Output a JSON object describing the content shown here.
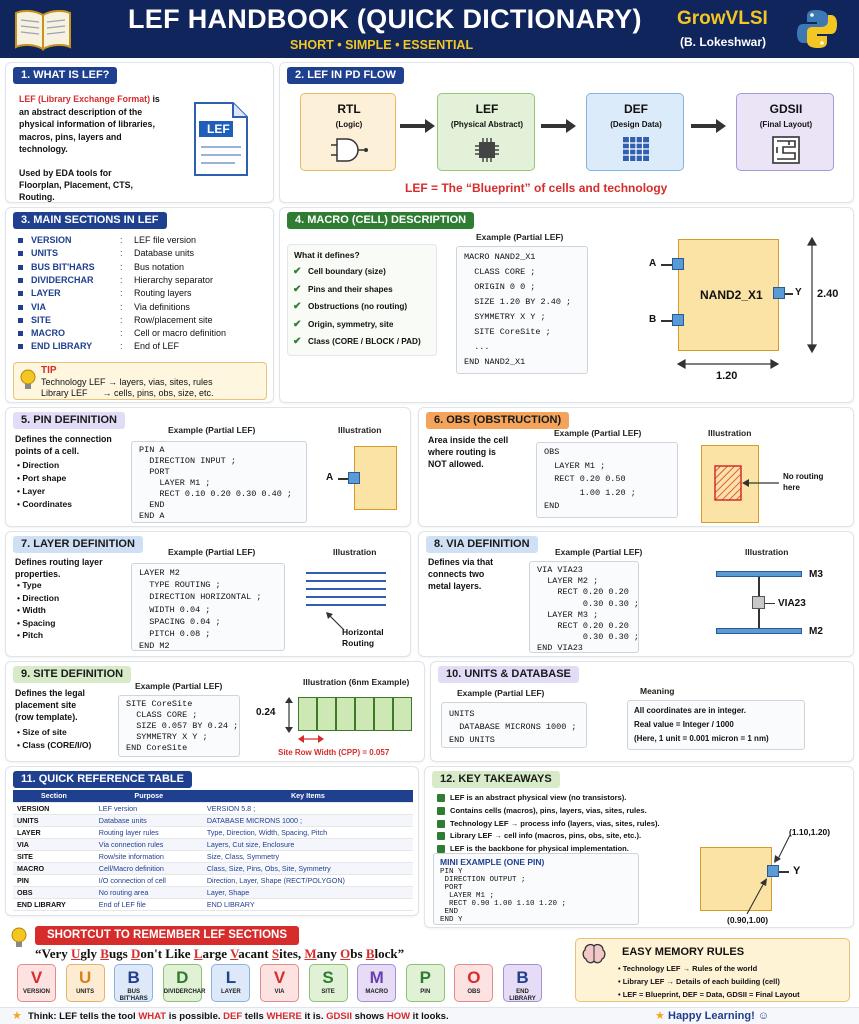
{
  "header": {
    "title": "LEF HANDBOOK (QUICK DICTIONARY)",
    "subtitle": "SHORT • SIMPLE • ESSENTIAL",
    "brand": "GrowVLSI",
    "author": "(B. Lokeshwar)",
    "icons": [
      "book-icon",
      "python-logo-icon"
    ]
  },
  "s1": {
    "title": "1. WHAT IS LEF?",
    "lead": "LEF (Library Exchange Format)",
    "rest1": " is",
    "lines": [
      "an abstract description of the",
      "physical information of libraries,",
      "macros, pins, layers and",
      "technology."
    ],
    "used": [
      "Used by EDA tools for",
      "Floorplan, Placement, CTS,",
      "Routing."
    ],
    "doc_label": "LEF"
  },
  "s2": {
    "title": "2. LEF IN PD FLOW",
    "steps": [
      {
        "name": "RTL",
        "sub": "(Logic)"
      },
      {
        "name": "LEF",
        "sub": "(Physical Abstract)"
      },
      {
        "name": "DEF",
        "sub": "(Design Data)"
      },
      {
        "name": "GDSII",
        "sub": "(Final Layout)"
      }
    ],
    "blueprint": "LEF = The “Blueprint” of cells and technology"
  },
  "s3": {
    "title": "3. MAIN SECTIONS IN LEF",
    "rows": [
      [
        "VERSION",
        "LEF file version"
      ],
      [
        "UNITS",
        "Database units"
      ],
      [
        "BUS BIT'HARS",
        "Bus notation"
      ],
      [
        "DIVIDERCHAR",
        "Hierarchy separator"
      ],
      [
        "LAYER",
        "Routing layers"
      ],
      [
        "VIA",
        "Via definitions"
      ],
      [
        "SITE",
        "Row/placement site"
      ],
      [
        "MACRO",
        "Cell or macro definition"
      ],
      [
        "END LIBRARY",
        "End of LEF"
      ]
    ],
    "tip_title": "TIP",
    "tip1": "Technology LEF → layers, vias, sites, rules",
    "tip2": "Library LEF      → cells, pins, obs, size, etc."
  },
  "s4": {
    "title": "4. MACRO (CELL) DESCRIPTION",
    "defines_title": "What it defines?",
    "defines": [
      "Cell boundary (size)",
      "Pins and their shapes",
      "Obstructions (no routing)",
      "Origin, symmetry, site",
      "Class (CORE / BLOCK / PAD)"
    ],
    "ex_title": "Example (Partial LEF)",
    "code": "MACRO NAND2_X1\n  CLASS CORE ;\n  ORIGIN 0 0 ;\n  SIZE 1.20 BY 2.40 ;\n  SYMMETRY X Y ;\n  SITE CoreSite ;\n  ...\nEND NAND2_X1",
    "cell": "NAND2_X1",
    "pa": "A",
    "pb": "B",
    "py": "Y",
    "h": "2.40",
    "w": "1.20"
  },
  "s5": {
    "title": "5. PIN DEFINITION",
    "desc": [
      "Defines the connection",
      "points of a cell."
    ],
    "bullets": [
      "Direction",
      "Port shape",
      "Layer",
      "Coordinates"
    ],
    "ex_title": "Example (Partial LEF)",
    "code": "PIN A\n  DIRECTION INPUT ;\n  PORT\n    LAYER M1 ;\n    RECT 0.10 0.20 0.30 0.40 ;\n  END\nEND A",
    "ill": "Illustration",
    "pin": "A"
  },
  "s6": {
    "title": "6. OBS (OBSTRUCTION)",
    "desc": [
      "Area inside the cell",
      "where routing is",
      "NOT allowed."
    ],
    "ex_title": "Example (Partial LEF)",
    "code": "OBS\n  LAYER M1 ;\n  RECT 0.20 0.50\n       1.00 1.20 ;\nEND",
    "ill": "Illustration",
    "note": [
      "No routing",
      "here"
    ]
  },
  "s7": {
    "title": "7. LAYER DEFINITION",
    "desc": [
      "Defines routing layer",
      "properties."
    ],
    "bullets": [
      "Type",
      "Direction",
      "Width",
      "Spacing",
      "Pitch"
    ],
    "ex_title": "Example (Partial LEF)",
    "code": "LAYER M2\n  TYPE ROUTING ;\n  DIRECTION HORIZONTAL ;\n  WIDTH 0.04 ;\n  SPACING 0.04 ;\n  PITCH 0.08 ;\nEND M2",
    "ill": "Illustration",
    "note": [
      "Horizontal",
      "Routing"
    ]
  },
  "s8": {
    "title": "8. VIA DEFINITION",
    "desc": [
      "Defines via that",
      "connects two",
      "metal layers."
    ],
    "ex_title": "Example (Partial LEF)",
    "code": "VIA VIA23\n  LAYER M2 ;\n    RECT 0.20 0.20\n         0.30 0.30 ;\n  LAYER M3 ;\n    RECT 0.20 0.20\n         0.30 0.30 ;\nEND VIA23",
    "ill": "Illustration",
    "m3": "M3",
    "via": "VIA23",
    "m2": "M2"
  },
  "s9": {
    "title": "9. SITE DEFINITION",
    "desc": [
      "Defines the legal",
      "placement site",
      "(row template)."
    ],
    "bullets": [
      "Size of site",
      "Class (CORE/I/O)"
    ],
    "ex_title": "Example (Partial LEF)",
    "code": "SITE CoreSite\n  CLASS CORE ;\n  SIZE 0.057 BY 0.24 ;\n  SYMMETRY X Y ;\nEND CoreSite",
    "ill": "Illustration (6nm Example)",
    "h": "0.24",
    "width_note": "Site Row Width (CPP) = 0.057"
  },
  "s10": {
    "title": "10. UNITS & DATABASE",
    "ex_title": "Example (Partial LEF)",
    "code": "UNITS\n  DATABASE MICRONS 1000 ;\nEND UNITS",
    "meaning": "Meaning",
    "m": [
      "All coordinates are in integer.",
      "Real value = Integer / 1000",
      "(Here, 1 unit = 0.001 micron = 1 nm)"
    ]
  },
  "s11": {
    "title": "11. QUICK REFERENCE TABLE",
    "headers": [
      "Section",
      "Purpose",
      "Key Items"
    ],
    "rows": [
      [
        "VERSION",
        "LEF version",
        "VERSION 5.8 ;"
      ],
      [
        "UNITS",
        "Database units",
        "DATABASE MICRONS 1000 ;"
      ],
      [
        "LAYER",
        "Routing layer rules",
        "Type, Direction, Width, Spacing, Pitch"
      ],
      [
        "VIA",
        "Via connection rules",
        "Layers, Cut size, Enclosure"
      ],
      [
        "SITE",
        "Row/site information",
        "Size, Class, Symmetry"
      ],
      [
        "MACRO",
        "Cell/Macro definition",
        "Class, Size, Pins, Obs, Site, Symmetry"
      ],
      [
        "PIN",
        "I/O connection of cell",
        "Direction, Layer, Shape (RECT/POLYGON)"
      ],
      [
        "OBS",
        "No routing area",
        "Layer, Shape"
      ],
      [
        "END LIBRARY",
        "End of LEF file",
        "END LIBRARY"
      ]
    ]
  },
  "s12": {
    "title": "12. KEY TAKEAWAYS",
    "items": [
      "LEF is an abstract physical view (no transistors).",
      "Contains cells (macros), pins, layers, vias, sites, rules.",
      "Technology LEF → process info (layers, vias, sites, rules).",
      "Library LEF → cell info (macros, pins, obs, site, etc.).",
      "LEF is the backbone for physical implementation."
    ],
    "mini_title": "MINI EXAMPLE (ONE PIN)",
    "code": "PIN Y\n DIRECTION OUTPUT ;\n PORT\n  LAYER M1 ;\n  RECT 0.90 1.00 1.10 1.20 ;\n END\nEND Y",
    "c1": "(1.10,1.20)",
    "c2": "(0.90,1.00)",
    "pin": "Y"
  },
  "shortcut": {
    "title": "SHORTCUT TO REMEMBER LEF SECTIONS",
    "phrase": [
      [
        "“Very ",
        false
      ],
      [
        "U",
        true
      ],
      [
        "gly ",
        false
      ],
      [
        "B",
        true
      ],
      [
        "ugs ",
        false
      ],
      [
        "D",
        true
      ],
      [
        "on't Like ",
        false
      ],
      [
        "L",
        true
      ],
      [
        "arge ",
        false
      ],
      [
        "V",
        true
      ],
      [
        "acant ",
        false
      ],
      [
        "S",
        true
      ],
      [
        "ites, ",
        false
      ],
      [
        "M",
        true
      ],
      [
        "any ",
        false
      ],
      [
        "O",
        true
      ],
      [
        "bs ",
        false
      ],
      [
        "B",
        true
      ],
      [
        "lock”",
        false
      ]
    ],
    "tiles": [
      {
        "l": "V",
        "s": "VERSION"
      },
      {
        "l": "U",
        "s": "UNITS"
      },
      {
        "l": "B",
        "s": "BUS BIT'HARS"
      },
      {
        "l": "D",
        "s": "DIVIDERCHAR"
      },
      {
        "l": "L",
        "s": "LAYER"
      },
      {
        "l": "V",
        "s": "VIA"
      },
      {
        "l": "S",
        "s": "SITE"
      },
      {
        "l": "M",
        "s": "MACRO"
      },
      {
        "l": "P",
        "s": "PIN"
      },
      {
        "l": "O",
        "s": "OBS"
      },
      {
        "l": "B",
        "s": "END LIBRARY"
      }
    ]
  },
  "memory": {
    "title": "EASY MEMORY RULES",
    "items": [
      "Technology LEF → Rules of the world",
      "Library LEF → Details of each building (cell)",
      "LEF = Blueprint, DEF = Data, GDSII = Final Layout"
    ]
  },
  "footer": {
    "parts": [
      [
        "Think: LEF tells the tool ",
        false
      ],
      [
        "WHAT",
        true
      ],
      [
        " is possible. ",
        false
      ],
      [
        "DEF",
        true
      ],
      [
        " tells ",
        false
      ],
      [
        "WHERE",
        true
      ],
      [
        " it is. ",
        false
      ],
      [
        "GDSII",
        true
      ],
      [
        " shows ",
        false
      ],
      [
        "HOW",
        true
      ],
      [
        " it looks.",
        false
      ]
    ],
    "happy": "Happy Learning! ☺"
  },
  "colors": {
    "navy": "#1f3f8f",
    "accent_red": "#d62c2c",
    "gold": "#f3c623",
    "cell_fill": "#fbe3a6",
    "pin_blue": "#5b9bd5"
  }
}
